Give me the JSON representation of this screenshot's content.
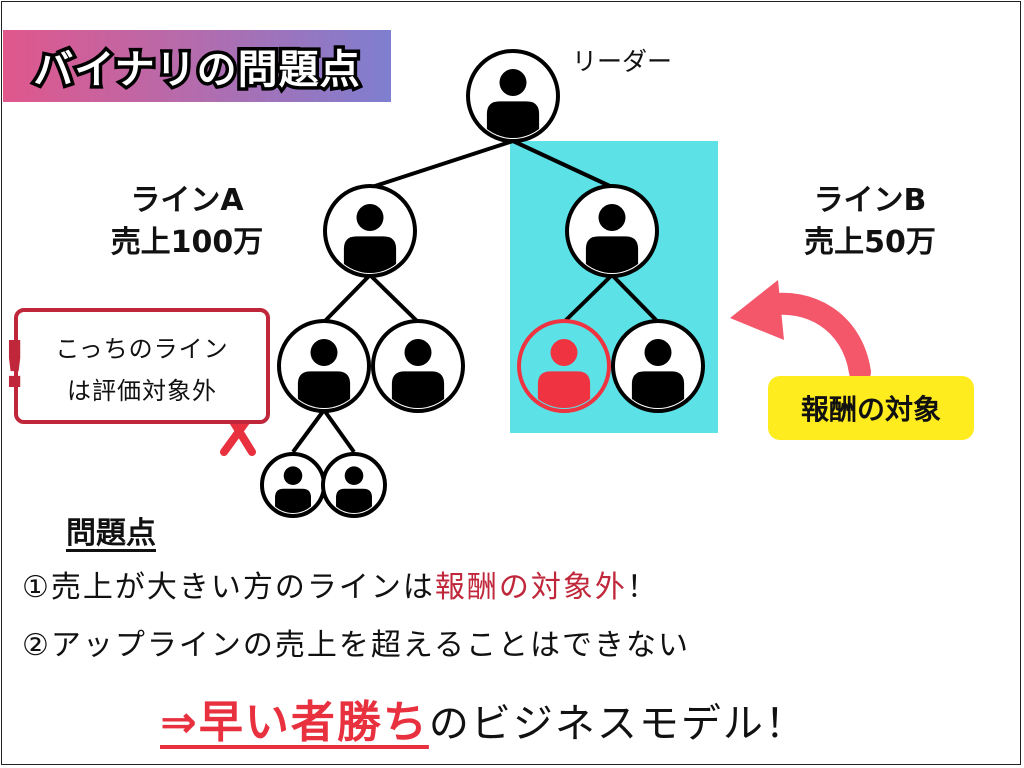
{
  "title": "バイナリの問題点",
  "labels": {
    "leader": "リーダー",
    "lineA_name": "ラインA",
    "lineA_sales": "売上100万",
    "lineB_name": "ラインB",
    "lineB_sales": "売上50万"
  },
  "note": {
    "line1": "こっちのライン",
    "line2": "は評価対象外",
    "exclamation": "!"
  },
  "reward_badge": "報酬の対象",
  "problems": {
    "heading": "問題点",
    "item1_prefix": "①売上が大きい方のラインは",
    "item1_highlight": "報酬の対象外",
    "item1_suffix": "！",
    "item2": "②アップラインの売上を超えることはできない"
  },
  "conclusion": {
    "highlight": "⇒早い者勝ち",
    "rest": "のビジネスモデル！"
  },
  "colors": {
    "highlight_box": "#5ce1e6",
    "reward_member": "#ef3340",
    "note_border": "#c0273a",
    "badge": "#ffec1e",
    "arrow": "#f4566a"
  },
  "nodes": [
    {
      "name": "leader-node",
      "highlight": false
    },
    {
      "name": "lineA-node",
      "highlight": false
    },
    {
      "name": "lineB-node",
      "highlight": false
    },
    {
      "name": "lineA-child-left-node",
      "highlight": false
    },
    {
      "name": "lineA-child-right-node",
      "highlight": false
    },
    {
      "name": "lineB-child-left-node",
      "highlight": true
    },
    {
      "name": "lineB-child-right-node",
      "highlight": false
    },
    {
      "name": "lineA-grandchild-left-node",
      "highlight": false
    },
    {
      "name": "lineA-grandchild-right-node",
      "highlight": false
    }
  ]
}
